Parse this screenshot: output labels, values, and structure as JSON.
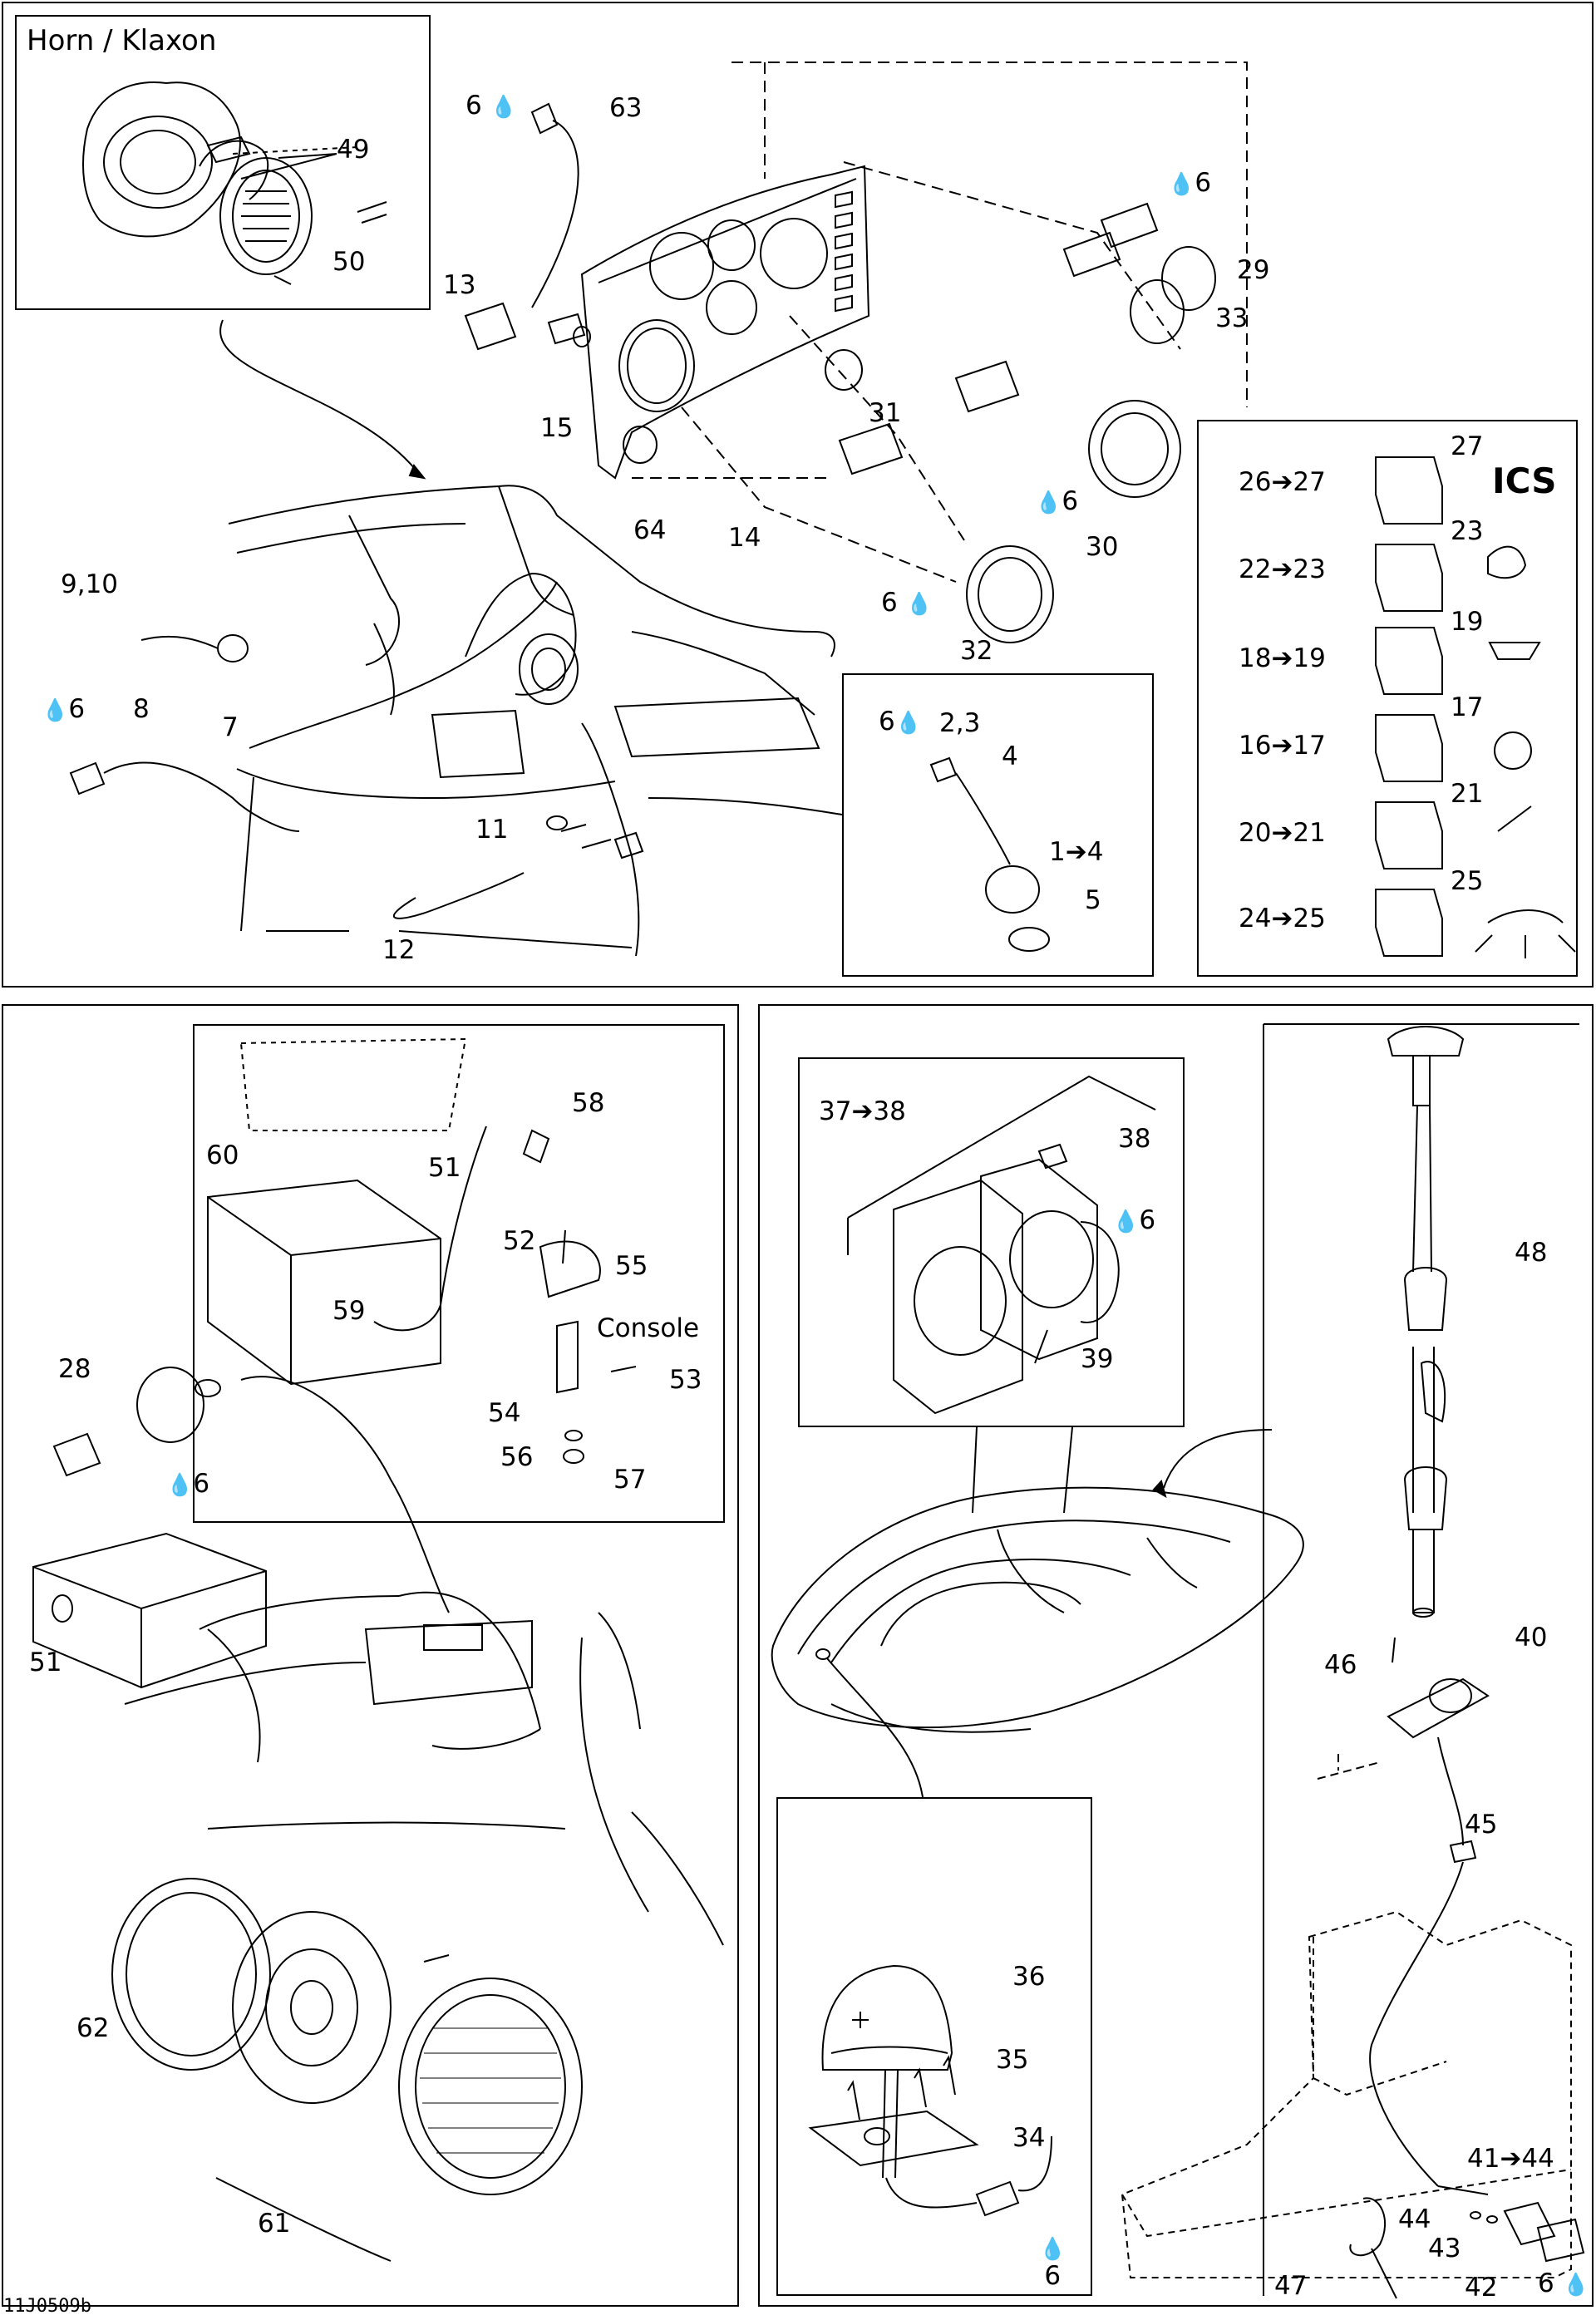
{
  "titles": {
    "horn": "Horn  / Klaxon",
    "console": "Console",
    "ics": "ICS",
    "ref_code": "11J0509b"
  },
  "drop_symbol": "💧",
  "callouts": {
    "n6": "6",
    "n63": "63",
    "n49": "49",
    "n50": "50",
    "n13": "13",
    "n15": "15",
    "n31": "31",
    "n29": "29",
    "n33": "33",
    "n30": "30",
    "n32": "32",
    "n64": "64",
    "n14": "14",
    "n9_10": "9,10",
    "n8": "8",
    "n7": "7",
    "n11": "11",
    "n12": "12",
    "n2_3": "2,3",
    "n4": "4",
    "n1_4": "1➔4",
    "n5": "5",
    "n26_27": "26➔27",
    "n27": "27",
    "n22_23": "22➔23",
    "n23": "23",
    "n18_19": "18➔19",
    "n19": "19",
    "n16_17": "16➔17",
    "n17": "17",
    "n20_21": "20➔21",
    "n21": "21",
    "n24_25": "24➔25",
    "n25": "25",
    "n58": "58",
    "n60": "60",
    "n51": "51",
    "n52": "52",
    "n55": "55",
    "n59": "59",
    "n54": "54",
    "n53": "53",
    "n56": "56",
    "n57": "57",
    "n28": "28",
    "n62": "62",
    "n61": "61",
    "n37_38": "37➔38",
    "n38": "38",
    "n39": "39",
    "n48": "48",
    "n46": "46",
    "n40": "40",
    "n45": "45",
    "n36": "36",
    "n35": "35",
    "n34": "34",
    "n41_44": "41➔44",
    "n44": "44",
    "n43": "43",
    "n42": "42",
    "n47": "47"
  }
}
